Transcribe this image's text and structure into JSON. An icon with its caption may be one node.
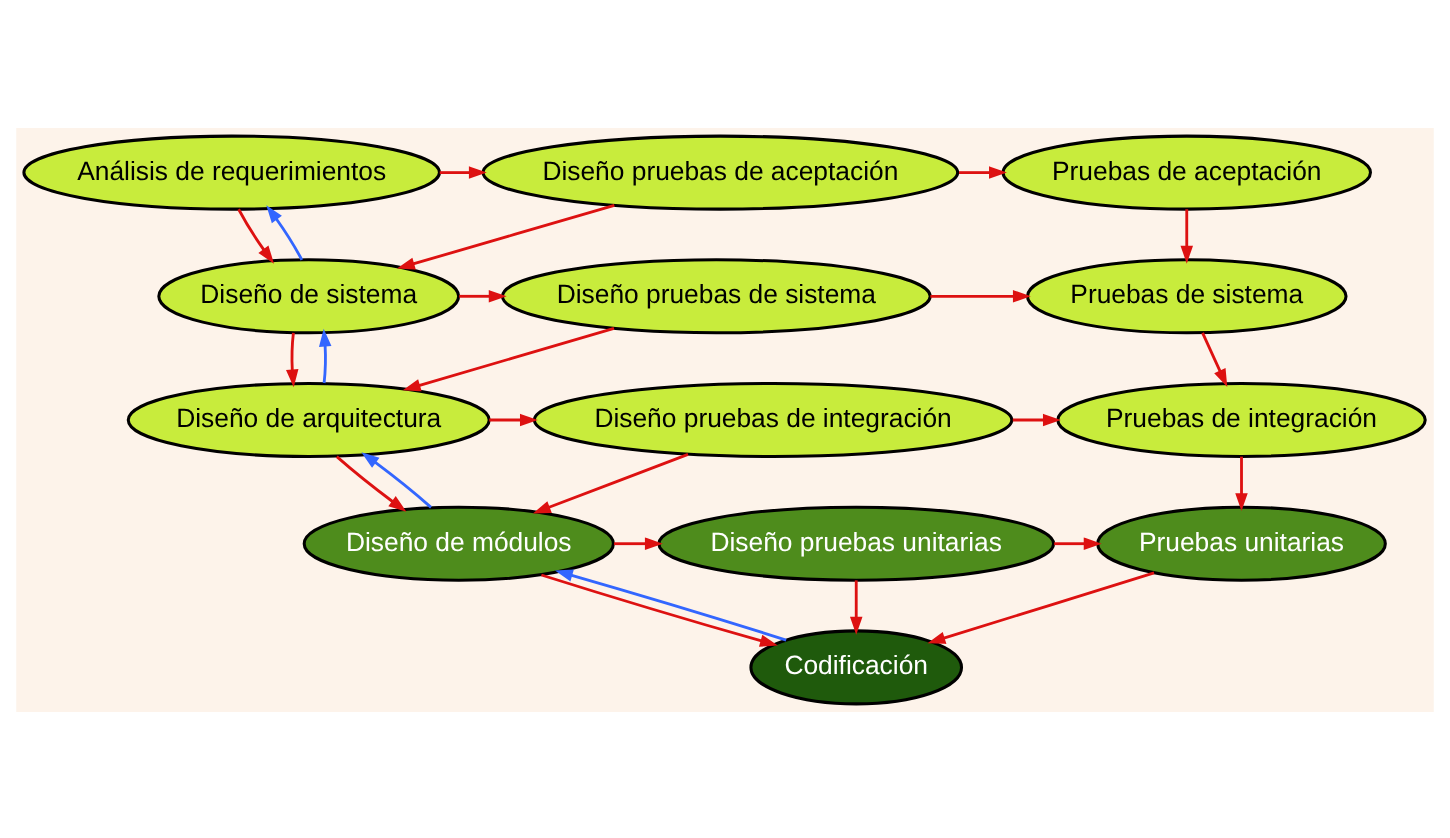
{
  "diagram": {
    "nodes": [
      {
        "text": [
          "Análisis de requerimientos"
        ]
      },
      {
        "text": [
          "Diseño pruebas de aceptación"
        ]
      },
      {
        "text": [
          "Pruebas de aceptación"
        ]
      },
      {
        "text": [
          "Diseño de sistema"
        ]
      },
      {
        "text": [
          "Diseño pruebas de sistema"
        ]
      },
      {
        "text": [
          "Pruebas de sistema"
        ]
      },
      {
        "text": [
          "Diseño de arquitectura"
        ]
      },
      {
        "text": [
          "Diseño pruebas de integración"
        ]
      },
      {
        "text": [
          "Pruebas de integración"
        ]
      },
      {
        "text": [
          "Diseño de módulos"
        ]
      },
      {
        "text": [
          "Diseño pruebas unitarias"
        ]
      },
      {
        "text": [
          "Pruebas unitarias"
        ]
      },
      {
        "text": [
          "Codificación"
        ]
      }
    ],
    "edges": [
      {
        "from": 0,
        "to": 1,
        "arrow": "to"
      },
      {
        "from": 1,
        "to": 2,
        "arrow": "to"
      },
      {
        "from": 0,
        "to": 3,
        "arrow": "to"
      },
      {
        "from": 1,
        "to": 3,
        "arrow": "to"
      },
      {
        "from": 3,
        "to": 4,
        "arrow": "to"
      },
      {
        "from": 4,
        "to": 5,
        "arrow": "to"
      },
      {
        "from": 3,
        "to": 6,
        "arrow": "to"
      },
      {
        "from": 4,
        "to": 6,
        "arrow": "to"
      },
      {
        "from": 6,
        "to": 7,
        "arrow": "to"
      },
      {
        "from": 7,
        "to": 8,
        "arrow": "to"
      },
      {
        "from": 6,
        "to": 9,
        "arrow": "to"
      },
      {
        "from": 7,
        "to": 9,
        "arrow": "to"
      },
      {
        "from": 9,
        "to": 10,
        "arrow": "to"
      },
      {
        "from": 10,
        "to": 11,
        "arrow": "to"
      },
      {
        "from": 9,
        "to": 12,
        "arrow": "to"
      },
      {
        "from": 10,
        "to": 12,
        "arrow": "to"
      },
      {
        "from": 2,
        "to": 5,
        "arrow": "to"
      },
      {
        "from": 5,
        "to": 8,
        "arrow": "to"
      },
      {
        "from": 8,
        "to": 11,
        "arrow": "to"
      },
      {
        "from": 11,
        "to": 12,
        "arrow": "to"
      },
      {
        "from": 3,
        "to": 0,
        "arrow": "to",
        "color": "#3366ff"
      },
      {
        "from": 6,
        "to": 3,
        "arrow": "to",
        "color": "#3366ff"
      },
      {
        "from": 9,
        "to": 6,
        "arrow": "to",
        "color": "#3366ff"
      },
      {
        "from": 12,
        "to": 9,
        "arrow": "to",
        "color": "#3366ff"
      }
    ]
  }
}
